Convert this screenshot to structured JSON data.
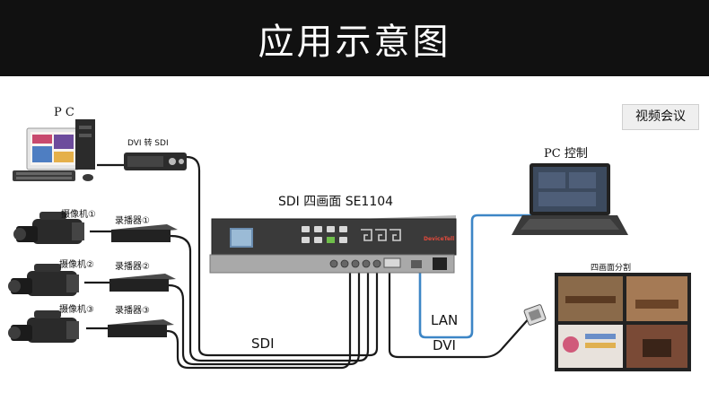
{
  "title": "应用示意图",
  "badge": "视频会议",
  "devices": {
    "pc": "P C",
    "converter": "DVI 转 SDI",
    "cameras": [
      "摄像机①",
      "摄像机②",
      "摄像机③"
    ],
    "recorders": [
      "录播器①",
      "录播器②",
      "录播器③"
    ],
    "device_name": "SDI 四画面 SE1104",
    "brand": "DeviceTell",
    "pc_control": "PC 控制",
    "monitor_title": "四画面分割"
  },
  "cables": {
    "sdi": "SDI",
    "lan": "LAN",
    "dvi": "DVI"
  },
  "colors": {
    "cable_black": "#1a1a1a",
    "cable_blue": "#3d86c6",
    "banner": "#111111"
  }
}
